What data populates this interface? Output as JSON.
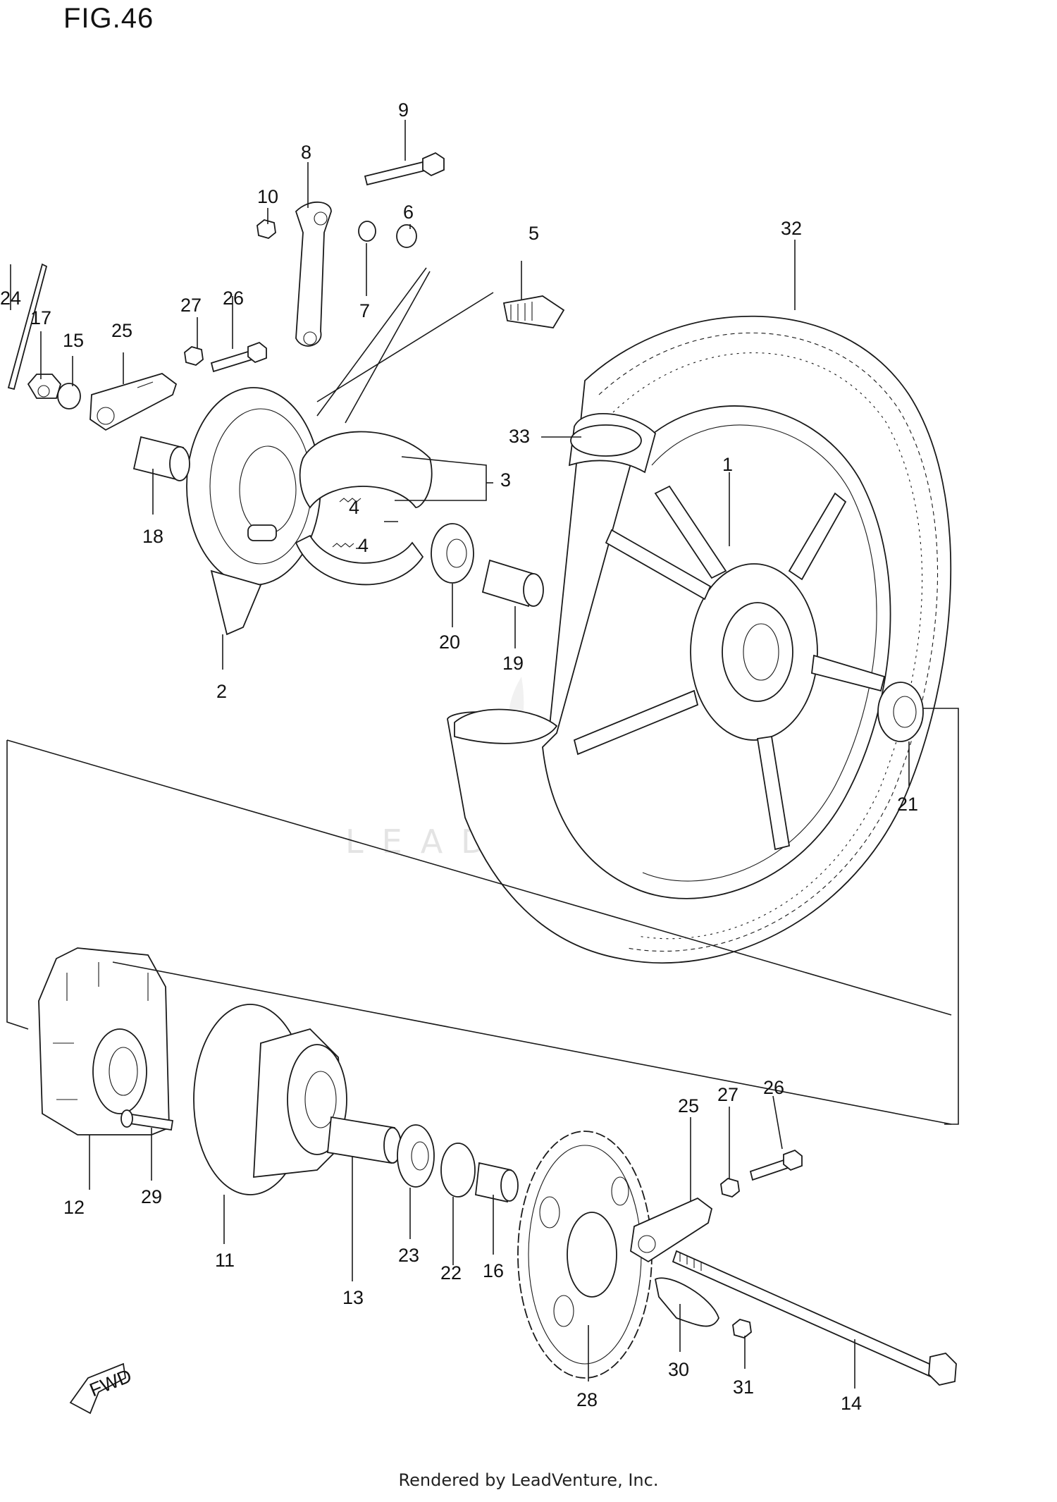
{
  "figure": {
    "title": "FIG.46"
  },
  "watermark": {
    "text": "LEADVENTURE"
  },
  "footer": {
    "text": "Rendered by LeadVenture, Inc."
  },
  "direction": {
    "label": "FWD"
  },
  "callouts": [
    {
      "id": "c1",
      "label": "1"
    },
    {
      "id": "c2",
      "label": "2"
    },
    {
      "id": "c3",
      "label": "3"
    },
    {
      "id": "c4a",
      "label": "4"
    },
    {
      "id": "c4b",
      "label": "4"
    },
    {
      "id": "c5",
      "label": "5"
    },
    {
      "id": "c6",
      "label": "6"
    },
    {
      "id": "c7",
      "label": "7"
    },
    {
      "id": "c8",
      "label": "8"
    },
    {
      "id": "c9",
      "label": "9"
    },
    {
      "id": "c10",
      "label": "10"
    },
    {
      "id": "c11",
      "label": "11"
    },
    {
      "id": "c12",
      "label": "12"
    },
    {
      "id": "c13",
      "label": "13"
    },
    {
      "id": "c14",
      "label": "14"
    },
    {
      "id": "c15",
      "label": "15"
    },
    {
      "id": "c16",
      "label": "16"
    },
    {
      "id": "c17",
      "label": "17"
    },
    {
      "id": "c18",
      "label": "18"
    },
    {
      "id": "c19",
      "label": "19"
    },
    {
      "id": "c20",
      "label": "20"
    },
    {
      "id": "c21",
      "label": "21"
    },
    {
      "id": "c22",
      "label": "22"
    },
    {
      "id": "c23",
      "label": "23"
    },
    {
      "id": "c24",
      "label": "24"
    },
    {
      "id": "c25a",
      "label": "25"
    },
    {
      "id": "c25b",
      "label": "25"
    },
    {
      "id": "c26a",
      "label": "26"
    },
    {
      "id": "c26b",
      "label": "26"
    },
    {
      "id": "c27a",
      "label": "27"
    },
    {
      "id": "c27b",
      "label": "27"
    },
    {
      "id": "c28",
      "label": "28"
    },
    {
      "id": "c29",
      "label": "29"
    },
    {
      "id": "c30",
      "label": "30"
    },
    {
      "id": "c31",
      "label": "31"
    },
    {
      "id": "c32",
      "label": "32"
    },
    {
      "id": "c33",
      "label": "33"
    }
  ]
}
